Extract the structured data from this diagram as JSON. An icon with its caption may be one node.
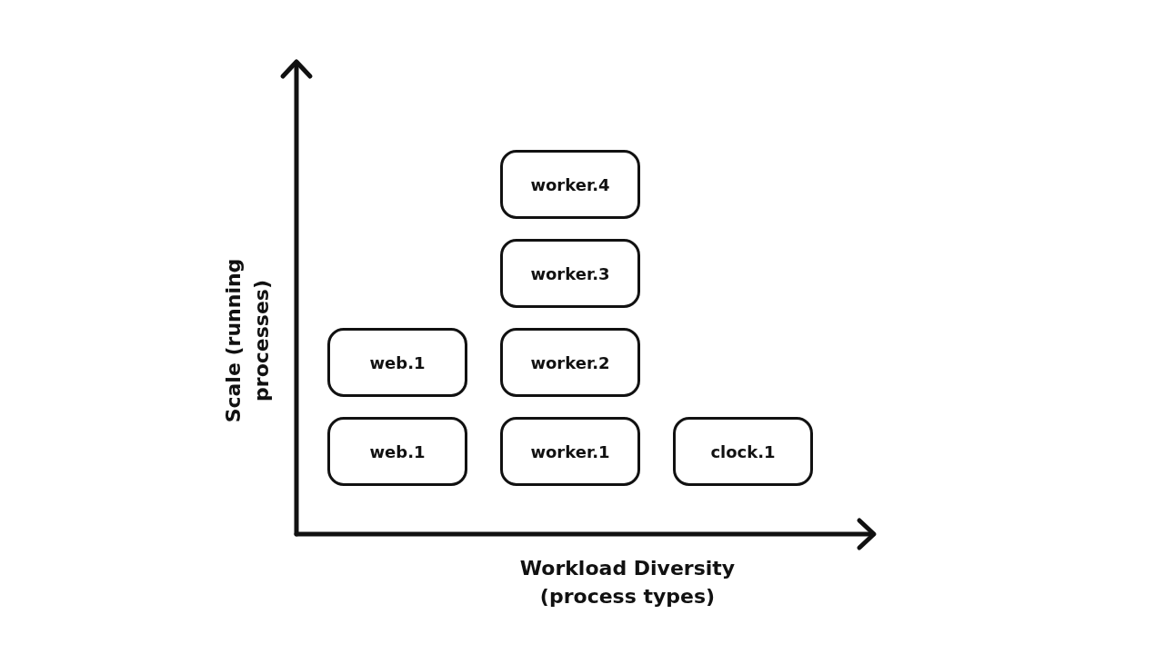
{
  "diagram": {
    "nodes": [
      {
        "text": [
          "worker.4"
        ]
      },
      {
        "text": [
          "worker.3"
        ]
      },
      {
        "text": [
          "web.1"
        ]
      },
      {
        "text": [
          "worker.2"
        ]
      },
      {
        "text": [
          "web.1"
        ]
      },
      {
        "text": [
          "worker.1"
        ]
      },
      {
        "text": [
          "clock.1"
        ]
      }
    ],
    "edges": [],
    "labels": [
      "Scale (running processes)",
      "Workload Diversity (process types)"
    ]
  }
}
